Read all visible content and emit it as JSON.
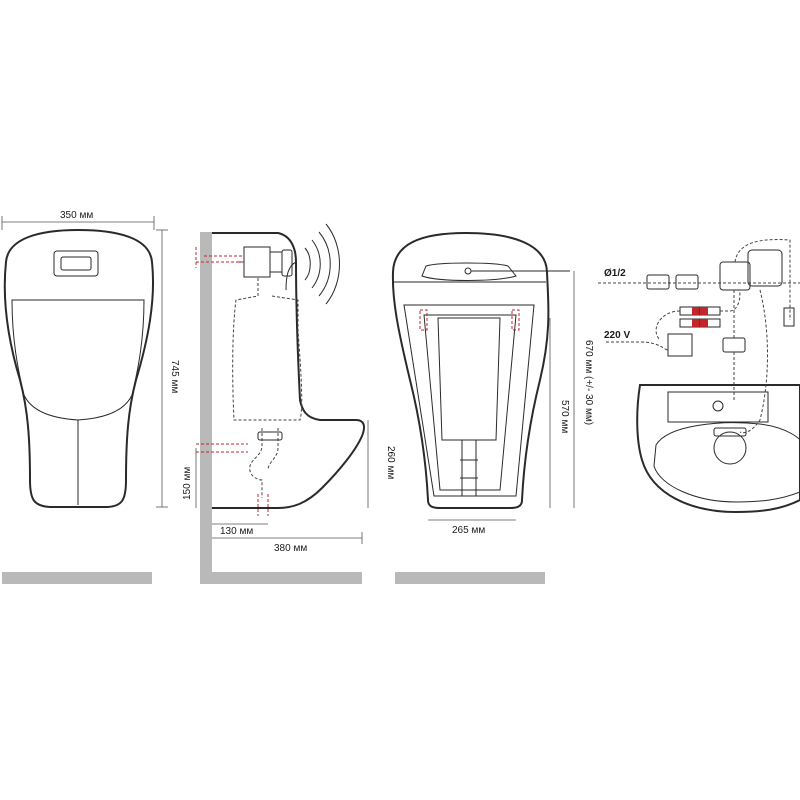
{
  "dimensions": {
    "front_width": "350 мм",
    "front_height": "745 мм",
    "trap_height": "150 мм",
    "side_offset": "130 мм",
    "side_depth": "380 мм",
    "rim_height": "260 мм",
    "back_height_1": "570 мм",
    "back_height_2": "670 мм (+/- 30 мм)",
    "back_width": "265 мм"
  },
  "kit": {
    "pipe_size": "Ø1/2",
    "voltage": "220 V"
  },
  "colors": {
    "wall": "#b9b9b9",
    "outline": "#2a2a2a",
    "accent_red": "#c0262c"
  }
}
